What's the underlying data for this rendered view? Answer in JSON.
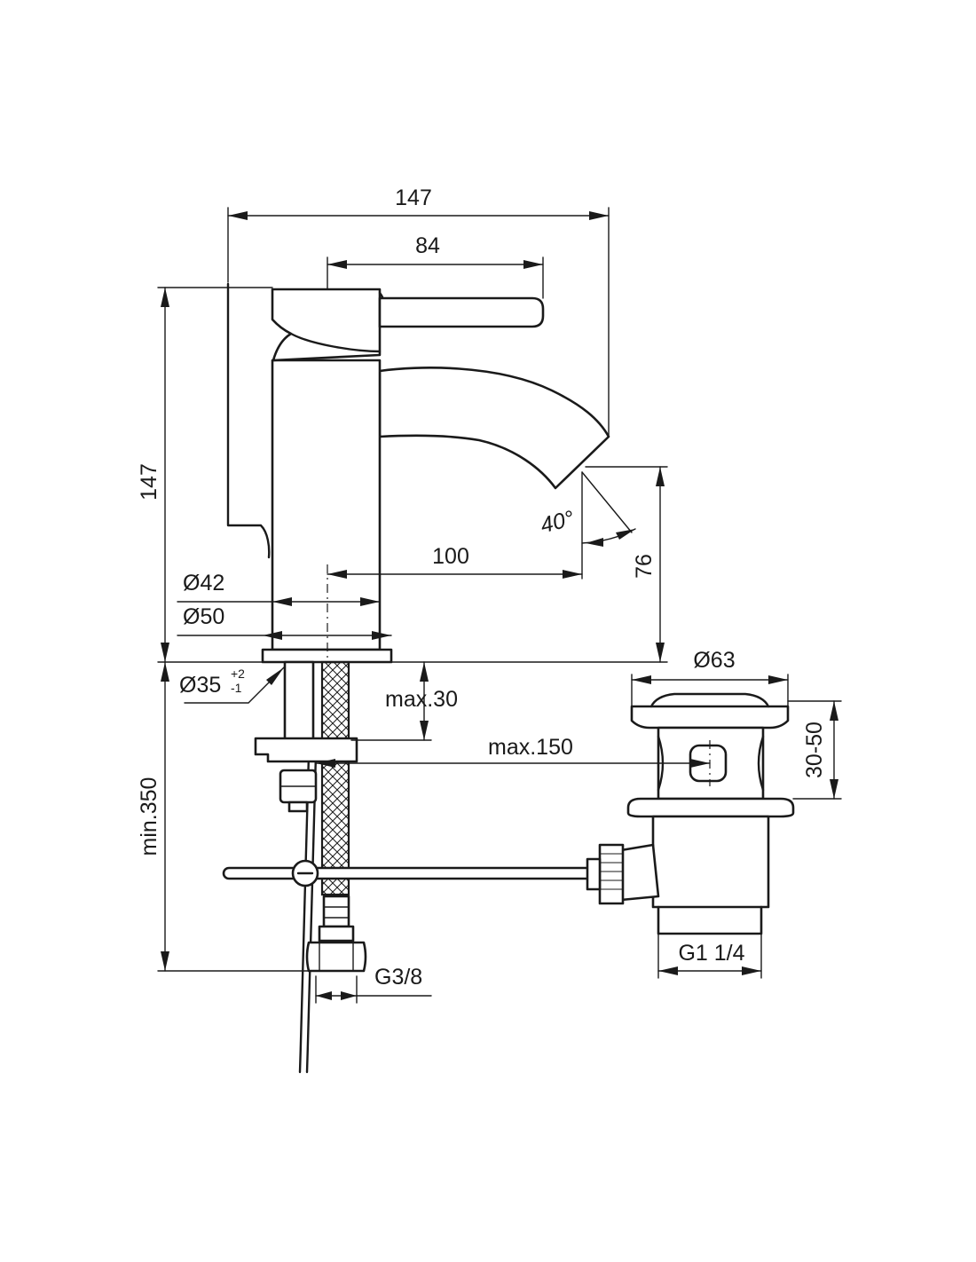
{
  "dimensions": {
    "total_width": "147",
    "lever_width": "84",
    "total_height": "147",
    "spout_reach": "100",
    "spout_height": "76",
    "spout_angle": "40°",
    "body_diameter": "Ø42",
    "base_diameter": "Ø50",
    "hole_diameter": "Ø35",
    "hole_tol_plus": "+2",
    "hole_tol_minus": "-1",
    "deck_thickness": "max.30",
    "rod_length": "max.150",
    "min_height": "min.350",
    "connection_thread": "G3/8",
    "waste_diameter": "Ø63",
    "waste_adjust": "30-50",
    "waste_thread": "G1 1/4"
  }
}
